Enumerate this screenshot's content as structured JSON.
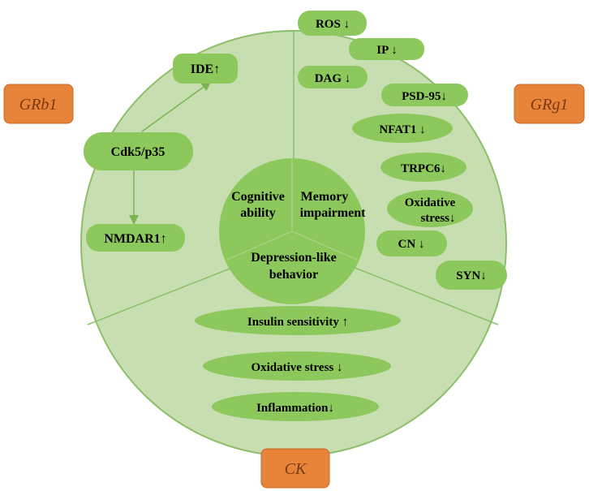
{
  "colors": {
    "outer_fill": "#c6deb0",
    "outer_stroke": "#8cbf6a",
    "node_fill": "#8cc85c",
    "inner_fill": "#8cc85c",
    "badge_fill": "#e8833a",
    "badge_text": "#7a3a10",
    "arrow": "#7ab552"
  },
  "badges": {
    "grb1": "GRb1",
    "grg1": "GRg1",
    "ck": "CK"
  },
  "center": {
    "cognitive_line1": "Cognitive",
    "cognitive_line2": "ability",
    "memory_line1": "Memory",
    "memory_line2": "impairment",
    "depression_line1": "Depression-like",
    "depression_line2": "behavior"
  },
  "grb1_nodes": {
    "cdk5": "Cdk5/p35",
    "ide": "IDE↑",
    "nmdar1": "NMDAR1↑"
  },
  "grg1_nodes": {
    "ros": "ROS ↓",
    "ip": "IP ↓",
    "dag": "DAG ↓",
    "psd95": "PSD-95↓",
    "nfat1": "NFAT1 ↓",
    "trpc6": "TRPC6↓",
    "oxidative_line1": "Oxidative",
    "oxidative_line2": "stress↓",
    "cn": "CN ↓",
    "syn": "SYN↓"
  },
  "ck_nodes": {
    "insulin": "Insulin sensitivity ↑",
    "oxidative": "Oxidative stress ↓",
    "inflammation": "Inflammation↓"
  }
}
